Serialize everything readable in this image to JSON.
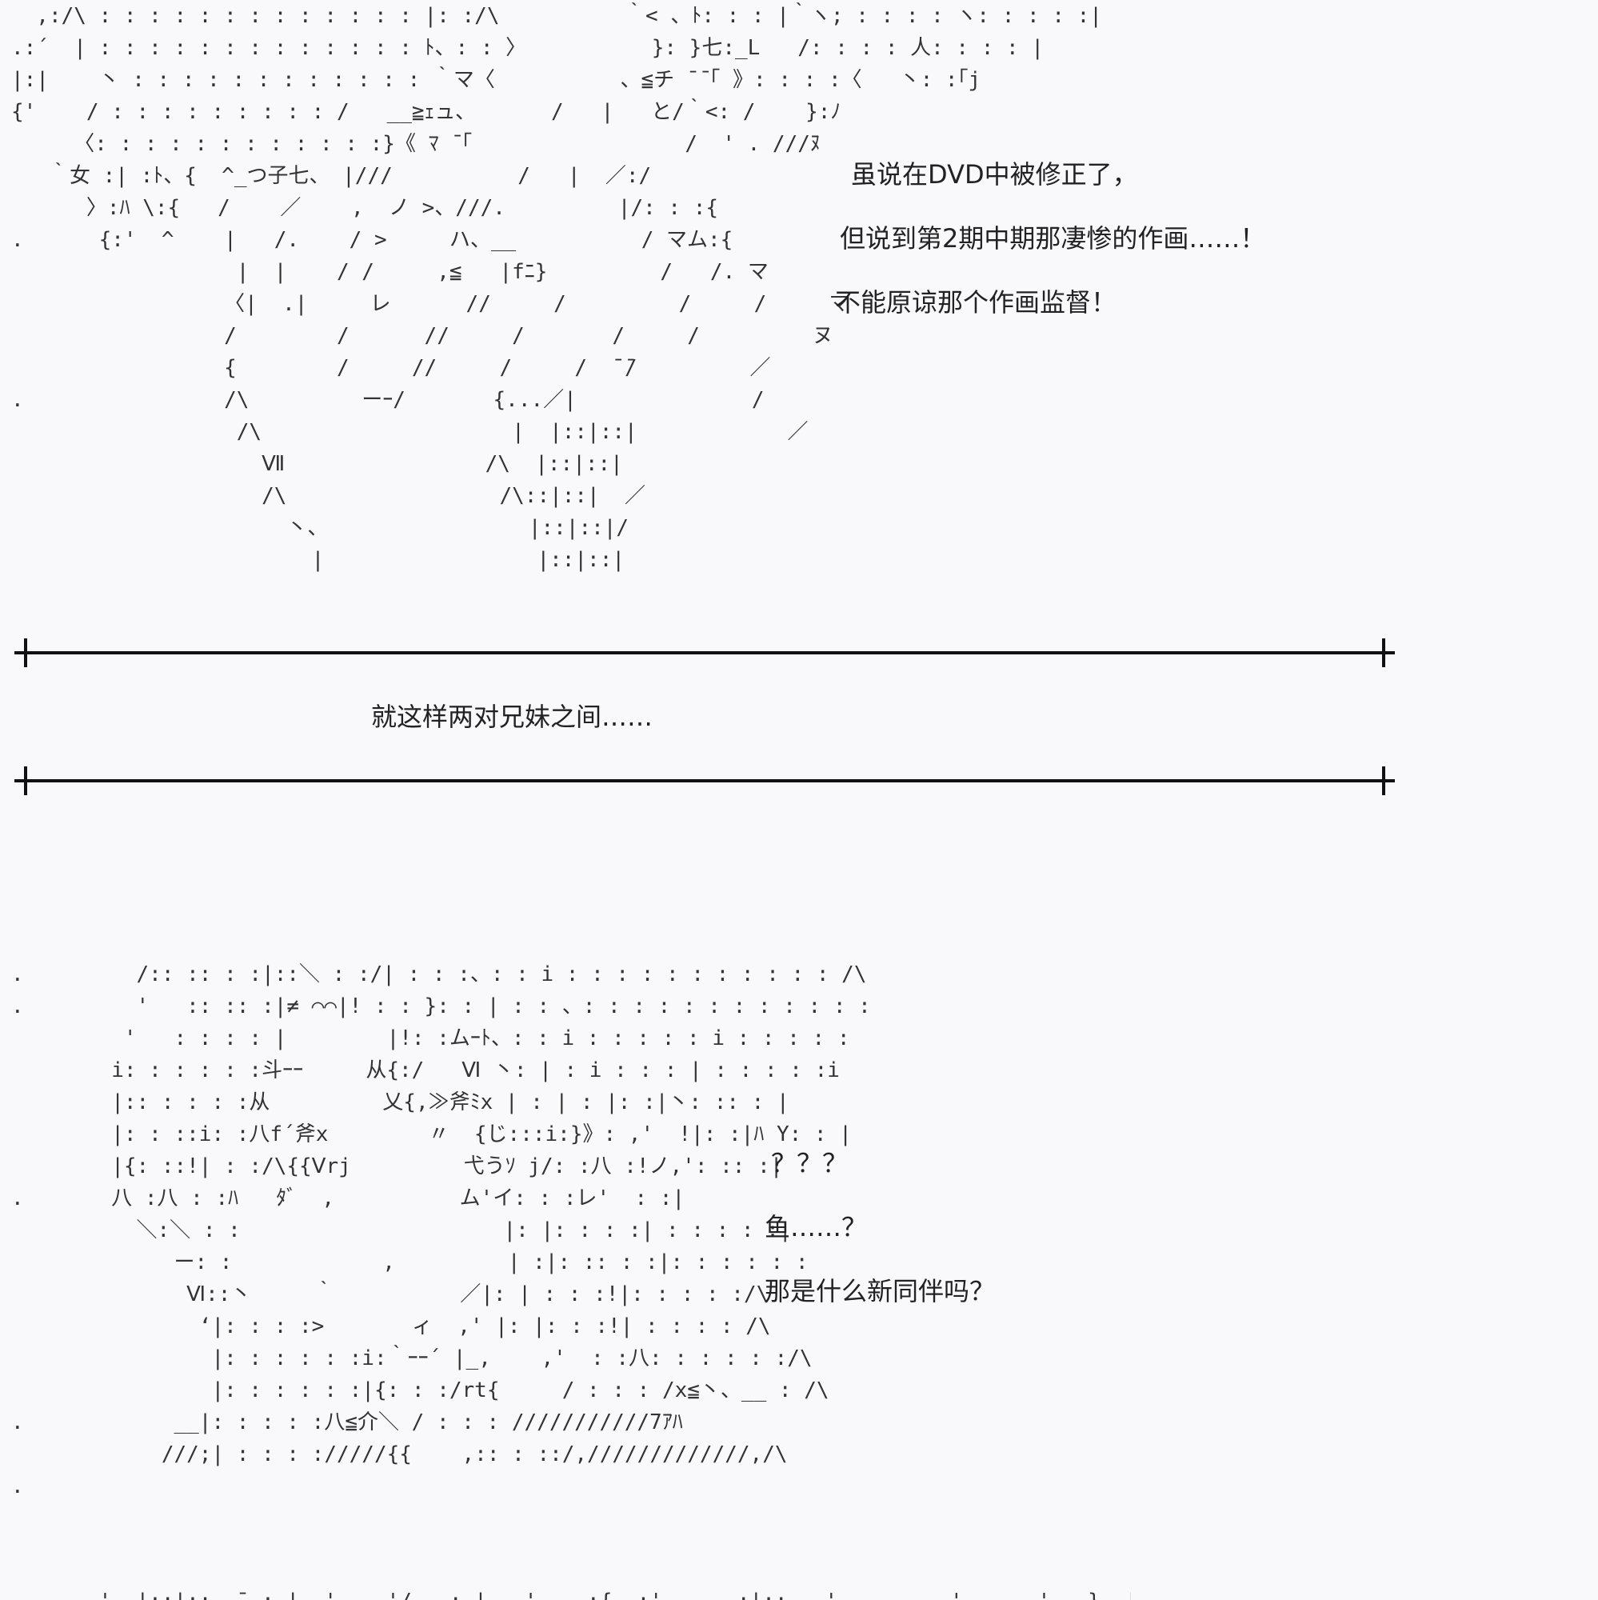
{
  "ascii_art": {
    "top": "  ,:/\\ : : : : : : : : : : : : : |: :/\\          ｀< 、ﾄ: : : |｀ヽ; : : : : ヽ: : : : :|\n.:´  | : : : : : : : : : : : : : ﾄ、: : 〉          }: }七:_L   /: : : : 人: : : : |\n|:|    丶 : : : : : : : : : : : : ｀マ〈          、≦チ ̄ ̄「 》: : : :〈   丶: :｢j\n{'    / : : : : : : : : : /   __≧ｪュ、      /   |   と/｀<: /    }:ﾉ\n     〈: : : : : : : : : : : :}《 ﾏ ̄「                 /  ' . ///ﾇ\n   ｀女 :| :ﾄ、{  ^_つ子七、 |///          /   |  ／:/\n      〉:ﾊ \\:{   /    ／    ,  ノ >、///.         |/: : :{\n.      {:'  ^    |   /.    / >     ハ、__          / マム:{\n                  |  |    / /     ,≦   |fﾆ}         /   /. マ\n                 〈|  .|     レ      //     /         /     /     マ\n                 /        /      //     /       /     /         ヌ\n                 {        /     //     /     /  ̄ ̄/         ／\n.                /\\         ーｰ/       {...／|              /\n                  /\\                    |  |::|::|            ／\n                    Ⅶ                /\\  |::|::|\n                    /\\                 /\\::|::|  ／\n                      丶、                |::|::|/\n                        |                 |::|::|",
    "bottom": ".         /:: :: : :|::＼ : :/| : : :、: : i : : : : : : : : : : : /\\\n.         '   :: :: :|≠ ⌒⌒|! : : }: : | : : 、: : : : : : : : : : : :\n         '   : : : : |        |!: :ムｰﾄ、: : i : : : : : i : : : : :\n        i: : : : : :斗ｰｰ     从{:/   Ⅵ 丶: | : i : : : | : : : : :i\n        |:: : : : :从         乂{,≫斧ﾐx | : | : |: :|丶: :: : |\n        |: : ::i: :八f´斧x        〃  {じ:::i:}》: ,'  !|: :|ﾊ Y: : |\n        |{: ::!| : :/\\{{Ⅴrj         弋うｿ j/: :八 :!ノ,': :: :|\n.       八 :八 : :ﾊ   ﾀﾞ  ,          ム'イ: : :レ'  : :|\n          ＼:＼ : :                     |: |: : : :| : : : : :|\n             ー: :            ,         | :|: :: : :|: : : : : :\n              Ⅵ::丶     ｀          ／|: | : : :!|: : : : :/\\\n               ‘|: : : :>       ィ  ,' |: |: : :!| : : : : /\\\n                |: : : : : :i:｀ｰｰ´ |_,    ,'  : :八: : : : : :/\\\n                |: : : : : :|{: : :/rt{     / : : : /x≦丶、__ : /\\\n.            __|: : : : :八≦介＼ / : : : ///////////7ｱﾊ\n            ///;| : : : ://///{{    ,:: : ::/,/////////////,/\\\n.",
    "cutoff": "      ,'  |::|::  ̄ .: | ,'   ,'/  .: |  ,'    :{  ;'  . , :|::  ,'        ,'     ,'   }  |"
  },
  "top_dialogue": {
    "line1": "虽说在DVD中被修正了，",
    "line2": "但说到第2期中期那凄惨的作画……！",
    "line3": "不能原谅那个作画监督！"
  },
  "caption": {
    "text": "就这样两对兄妹之间……"
  },
  "bottom_dialogue": {
    "line1": "？？？",
    "line2": "鱼……？",
    "line3": "那是什么新同伴吗？"
  }
}
